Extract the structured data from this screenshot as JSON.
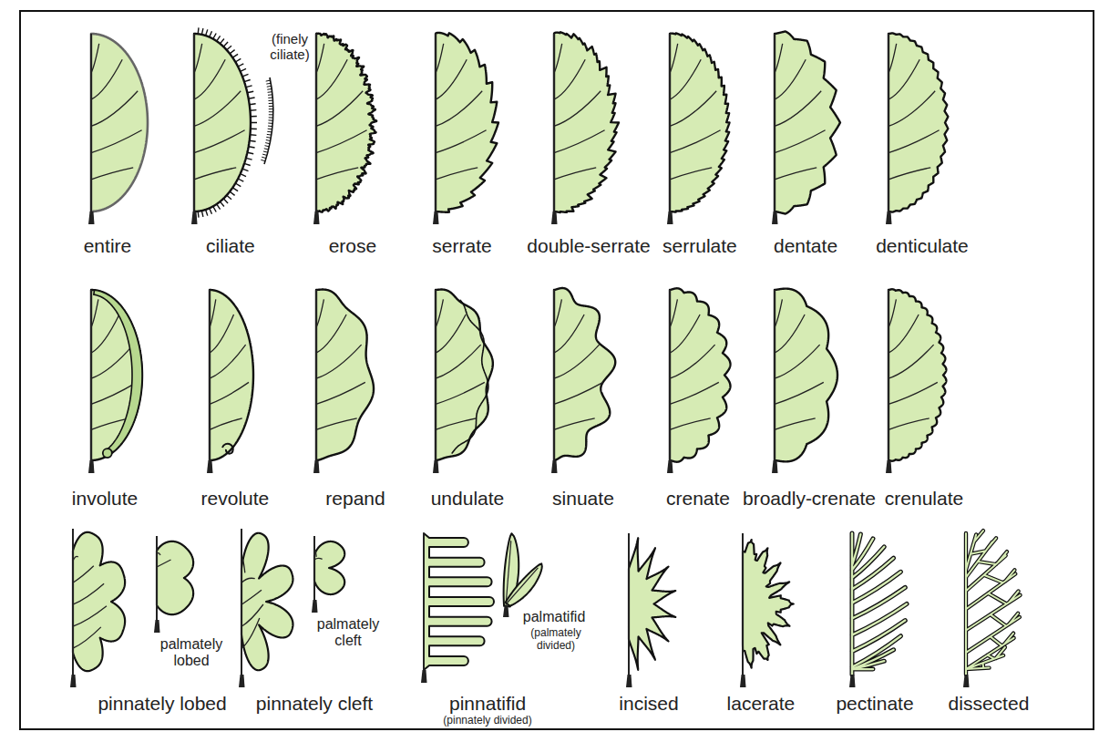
{
  "diagram": {
    "labels": [
      "entire",
      "ciliate",
      "(finely ciliate)",
      "erose",
      "serrate",
      "double-serrate",
      "serrulate",
      "dentate",
      "denticulate",
      "involute",
      "revolute",
      "repand",
      "undulate",
      "sinuate",
      "crenate",
      "broadly-crenate",
      "crenulate",
      "pinnately lobed",
      "palmately lobed",
      "pinnately cleft",
      "palmately cleft",
      "pinnatifid",
      "(pinnately divided)",
      "palmatifid",
      "(palmately divided)",
      "incised",
      "lacerate",
      "pectinate",
      "dissected"
    ]
  }
}
